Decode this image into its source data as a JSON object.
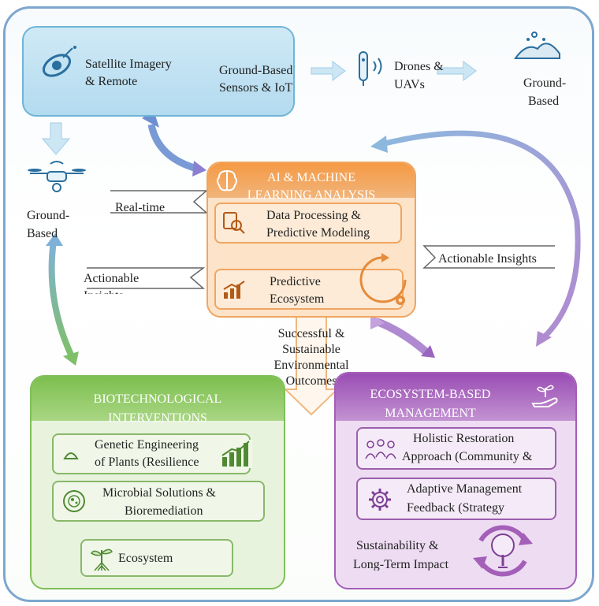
{
  "sensing": {
    "satellite": [
      "Satellite Imagery",
      "& Remote"
    ],
    "ground_sensors": [
      "Ground-Based",
      "Sensors & IoT"
    ],
    "drones": [
      "Drones &",
      "UAVs"
    ],
    "ground_based_right": [
      "Ground-",
      "Based"
    ],
    "ground_based_left": [
      "Ground-",
      "Based"
    ]
  },
  "ai": {
    "title": [
      "AI & MACHINE",
      "LEARNING ANALYSIS"
    ],
    "data_processing": [
      "Data Processing &",
      "Predictive Modeling"
    ],
    "predictive": [
      "Predictive",
      "Ecosystem"
    ]
  },
  "labels": {
    "real_time": "Real-time",
    "actionable_left": [
      "Actionable",
      "Insights"
    ],
    "actionable_right": "Actionable Insights",
    "outcome": [
      "Successful &",
      "Sustainable",
      "Environmental",
      "Outcomes"
    ]
  },
  "bio": {
    "title": [
      "BIOTECHNOLOGICAL",
      "INTERVENTIONS"
    ],
    "genetic": [
      "Genetic Engineering",
      "of Plants (Resilience"
    ],
    "microbial": [
      "Microbial Solutions &",
      "Bioremediation"
    ],
    "ecosystem": "Ecosystem"
  },
  "eco": {
    "title": [
      "ECOSYSTEM-BASED",
      "MANAGEMENT"
    ],
    "holistic": [
      "Holistic Restoration",
      "Approach (Community &"
    ],
    "adaptive": [
      "Adaptive Management",
      "Feedback (Strategy"
    ],
    "sustainability": [
      "Sustainability &",
      "Long-Term Impact"
    ]
  },
  "colors": {
    "blue": "#6fb4d8",
    "orange": "#f0a560",
    "green": "#7fbf59",
    "purple": "#a45fb8"
  }
}
